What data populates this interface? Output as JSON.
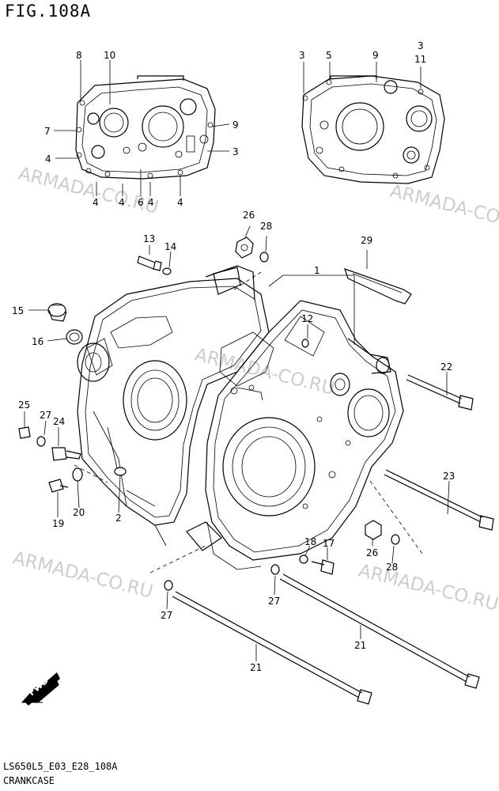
{
  "figure": {
    "title": "FIG.108A",
    "code": "LS650L5_E03_E28_108A",
    "name": "CRANKCASE"
  },
  "watermark": "ARMADA-CO.RU",
  "fwd_label": "FWD",
  "callouts": {
    "c1": "1",
    "c2": "2",
    "c3": "3",
    "c4": "4",
    "c5": "5",
    "c6": "6",
    "c7": "7",
    "c8": "8",
    "c9": "9",
    "c10": "10",
    "c11": "11",
    "c12": "12",
    "c13": "13",
    "c14": "14",
    "c15": "15",
    "c16": "16",
    "c17": "17",
    "c18": "18",
    "c19": "19",
    "c20": "20",
    "c21": "21",
    "c22": "22",
    "c23": "23",
    "c24": "24",
    "c25": "25",
    "c26": "26",
    "c27": "27",
    "c28": "28",
    "c29": "29"
  },
  "colors": {
    "line": "#000000",
    "watermark": "#bdbdbd",
    "background": "#ffffff"
  }
}
